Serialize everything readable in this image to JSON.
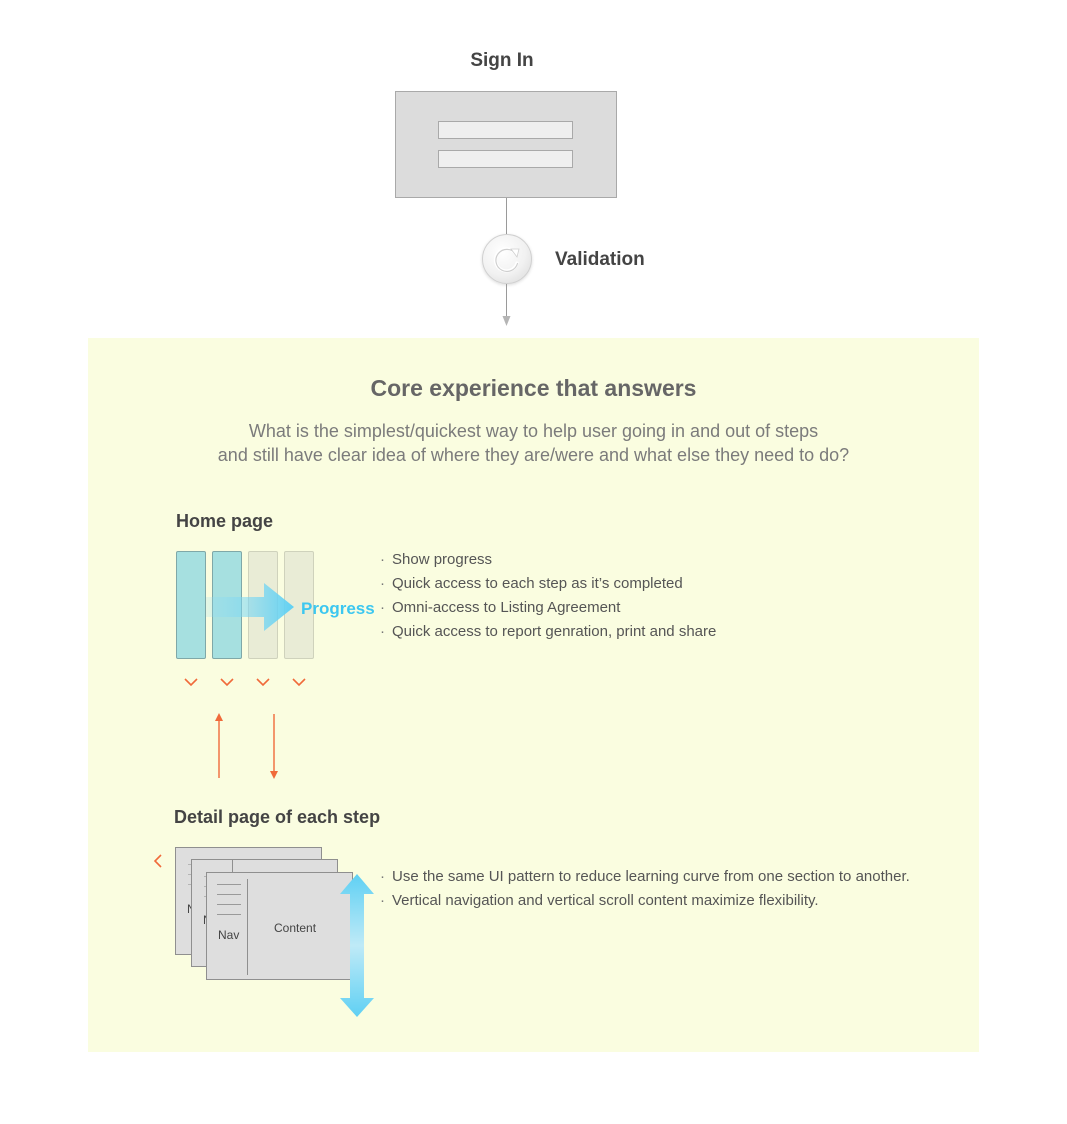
{
  "signin": {
    "title": "Sign In"
  },
  "validation": {
    "label": "Validation"
  },
  "core": {
    "title": "Core experience that answers",
    "subtitle_lines": [
      "What is the simplest/quickest way to help user going in and out of steps",
      "and still have clear idea of where they are/were and what else they need to do?"
    ]
  },
  "home": {
    "title": "Home page",
    "progress_label": "Progress",
    "bullets": [
      "Show progress",
      "Quick access to each step as it’s completed",
      "Omni-access to Listing Agreement",
      "Quick access to report genration, print and share"
    ]
  },
  "detail": {
    "title": "Detail page of each step",
    "nav_label": "Nav",
    "nav_partial_back": "N",
    "nav_partial_mid": "N",
    "content_label": "Content",
    "bullets": [
      "Use the same UI pattern to reduce learning curve from one section to another.",
      "Vertical navigation and vertical scroll content maximize flexibility."
    ]
  },
  "colors": {
    "panel_bg": "#fafde0",
    "completed_step": "#a6e0e0",
    "pending_step": "#e9ecd6",
    "progress_accent": "#3cc7f0",
    "chevron_accent": "#f06a3a"
  },
  "icons": {
    "validation": "refresh-icon",
    "step_toggle": "chevron-down-icon",
    "back": "chevron-left-icon"
  }
}
